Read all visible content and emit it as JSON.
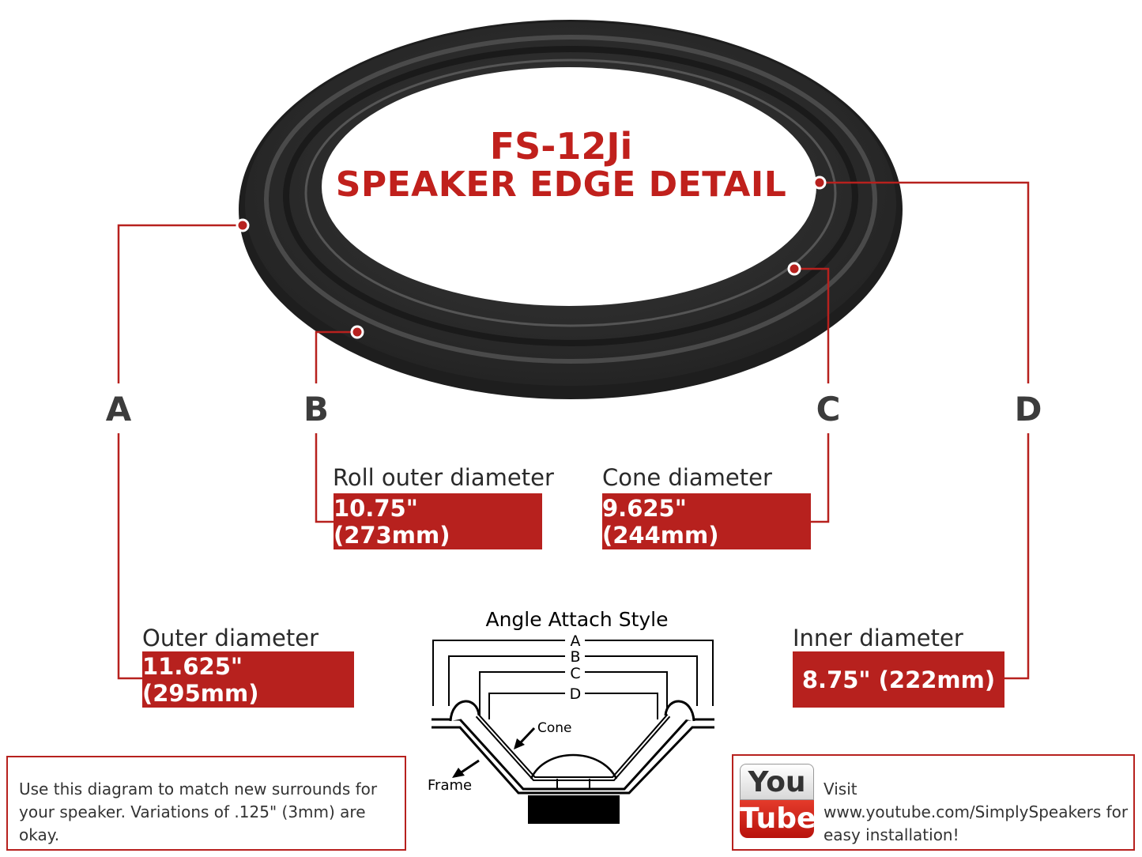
{
  "title": {
    "line1": "FS-12Ji",
    "line2": "SPEAKER EDGE DETAIL"
  },
  "markers": [
    "A",
    "B",
    "C",
    "D"
  ],
  "dimensions": {
    "roll_outer": {
      "label": "Roll outer diameter",
      "value": "10.75\" (273mm)"
    },
    "cone": {
      "label": "Cone diameter",
      "value": "9.625\" (244mm)"
    },
    "outer": {
      "label": "Outer diameter",
      "value": "11.625\" (295mm)"
    },
    "inner": {
      "label": "Inner diameter",
      "value": "8.75\" (222mm)"
    }
  },
  "cross_section": {
    "title": "Angle Attach Style",
    "levels": [
      "A",
      "B",
      "C",
      "D"
    ],
    "cone_label": "Cone",
    "frame_label": "Frame"
  },
  "notes": {
    "left": "Use this diagram to match new surrounds for your speaker. Variations of .125\" (3mm) are okay.",
    "right": "Visit www.youtube.com/SimplySpeakers for easy installation!"
  },
  "youtube_logo": {
    "top": "You",
    "bottom": "Tube"
  },
  "colors": {
    "accent": "#b7211e",
    "surround": "#2b2b2b",
    "text": "#2a2a2a"
  }
}
